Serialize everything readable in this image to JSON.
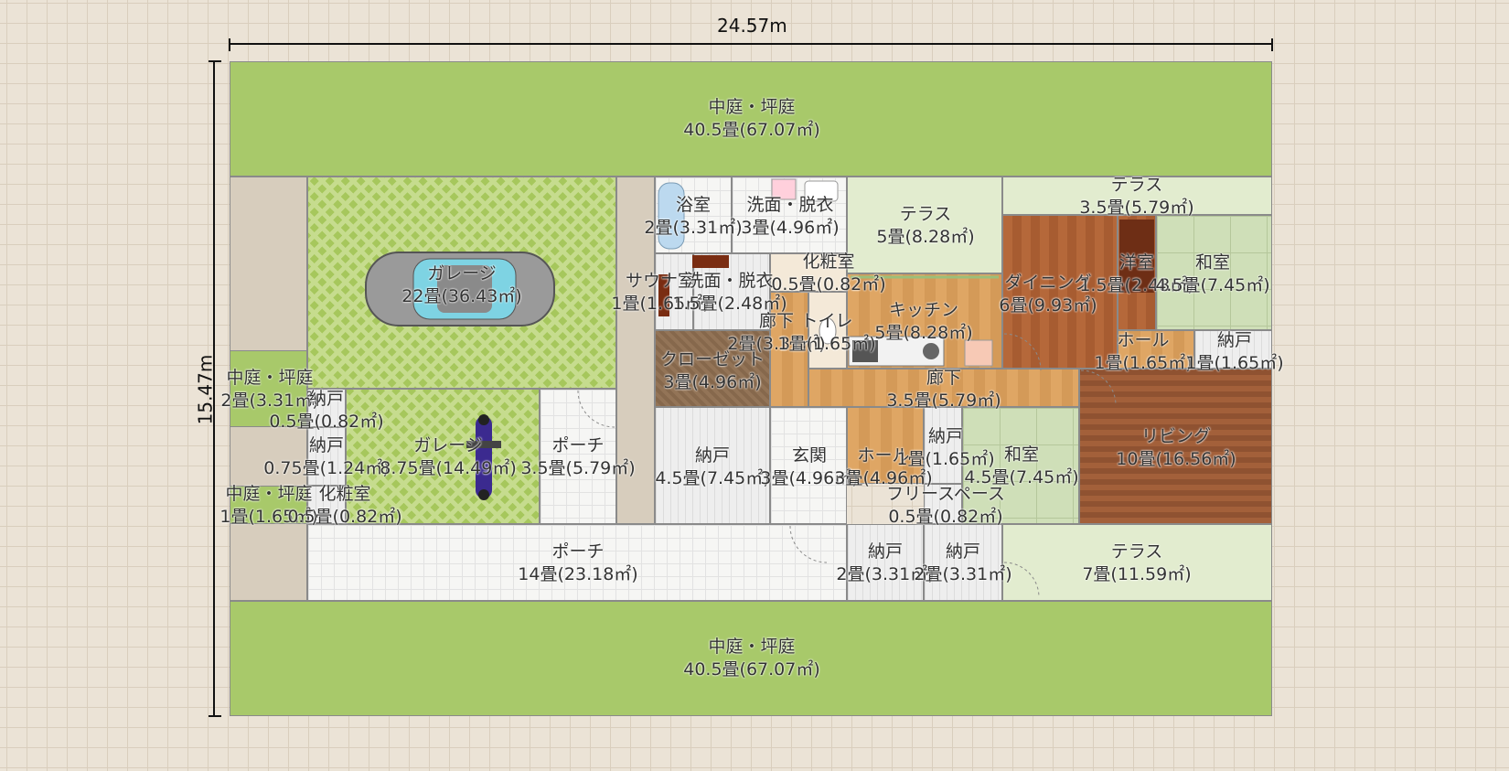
{
  "dimensions": {
    "width_label": "24.57m",
    "height_label": "15.47m"
  },
  "colors": {
    "lawn": "#a8c96a",
    "terrace": "#e2eccf",
    "wood_floor": "#b5683a",
    "tatami": "#cfdfb8",
    "storage": "#eeeeee",
    "porch_tile": "#f6f6f4",
    "dimension_line": "#111111"
  },
  "rooms": [
    {
      "id": "courtyard-top",
      "name": "中庭・坪庭",
      "area": "40.5畳(67.07㎡)",
      "finish": "lawn"
    },
    {
      "id": "garage-car",
      "name": "ガレージ",
      "area": "22畳(36.43㎡)",
      "finish": "lawn-chev"
    },
    {
      "id": "bath",
      "name": "浴室",
      "area": "2畳(3.31㎡)",
      "finish": "tile"
    },
    {
      "id": "washroom-1",
      "name": "洗面・脱衣",
      "area": "3畳(4.96㎡)",
      "finish": "tile"
    },
    {
      "id": "terrace-1",
      "name": "テラス",
      "area": "5畳(8.28㎡)",
      "finish": "terrace"
    },
    {
      "id": "terrace-2",
      "name": "テラス",
      "area": "3.5畳(5.79㎡)",
      "finish": "terrace"
    },
    {
      "id": "powder",
      "name": "化粧室",
      "area": "0.5畳(0.82㎡)",
      "finish": "beige"
    },
    {
      "id": "sauna",
      "name": "サウナ室",
      "area": "1畳(1.65㎡)",
      "finish": "stor"
    },
    {
      "id": "washroom-2",
      "name": "洗面・脱衣",
      "area": "1.5畳(2.48㎡)",
      "finish": "stor"
    },
    {
      "id": "corridor-2",
      "name": "廊下",
      "area": "2畳(3.31㎡)",
      "finish": "wood-o"
    },
    {
      "id": "toilet",
      "name": "トイレ",
      "area": "1畳(1.65㎡)",
      "finish": "beige"
    },
    {
      "id": "kitchen",
      "name": "キッチン",
      "area": "5畳(8.28㎡)",
      "finish": "wood-o"
    },
    {
      "id": "dining",
      "name": "ダイニング",
      "area": "6畳(9.93㎡)",
      "finish": "wood"
    },
    {
      "id": "western",
      "name": "洋室",
      "area": "1.5畳(2.48㎡)",
      "finish": "wood"
    },
    {
      "id": "japanese-1",
      "name": "和室",
      "area": "4.5畳(7.45㎡)",
      "finish": "tatami"
    },
    {
      "id": "hall-1",
      "name": "ホール",
      "area": "1畳(1.65㎡)",
      "finish": "wood-o"
    },
    {
      "id": "storage-1",
      "name": "納戸",
      "area": "1畳(1.65㎡)",
      "finish": "stor"
    },
    {
      "id": "closet",
      "name": "クローゼット",
      "area": "3畳(4.96㎡)",
      "finish": "closet"
    },
    {
      "id": "corridor-1",
      "name": "廊下",
      "area": "3.5畳(5.79㎡)",
      "finish": "wood-o"
    },
    {
      "id": "courtyard-small-1",
      "name": "中庭・坪庭",
      "area": "2畳(3.31㎡)",
      "finish": "lawn"
    },
    {
      "id": "storage-2",
      "name": "納戸",
      "area": "0.5畳(0.82㎡)",
      "finish": "stor"
    },
    {
      "id": "storage-3",
      "name": "納戸",
      "area": "0.75畳(1.24㎡)",
      "finish": "stor"
    },
    {
      "id": "garage-bike",
      "name": "ガレージ",
      "area": "8.75畳(14.49㎡)",
      "finish": "lawn-chev"
    },
    {
      "id": "porch-1",
      "name": "ポーチ",
      "area": "3.5畳(5.79㎡)",
      "finish": "tile"
    },
    {
      "id": "storage-4",
      "name": "納戸",
      "area": "4.5畳(7.45㎡)",
      "finish": "stor"
    },
    {
      "id": "entrance",
      "name": "玄関",
      "area": "3畳(4.96㎡)",
      "finish": "tile"
    },
    {
      "id": "hall-2",
      "name": "ホール",
      "area": "3畳(4.96㎡)",
      "finish": "wood-o"
    },
    {
      "id": "storage-5",
      "name": "納戸",
      "area": "1畳(1.65㎡)",
      "finish": "stor"
    },
    {
      "id": "japanese-2",
      "name": "和室",
      "area": "4.5畳(7.45㎡)",
      "finish": "tatami"
    },
    {
      "id": "free-space",
      "name": "フリースペース",
      "area": "0.5畳(0.82㎡)",
      "finish": "stor"
    },
    {
      "id": "living",
      "name": "リビング",
      "area": "10畳(16.56㎡)",
      "finish": "wood-l"
    },
    {
      "id": "courtyard-small-2",
      "name": "中庭・坪庭",
      "area": "1畳(1.65㎡)",
      "finish": "lawn"
    },
    {
      "id": "powder-2",
      "name": "化粧室",
      "area": "0.5畳(0.82㎡)",
      "finish": "stor"
    },
    {
      "id": "porch-2",
      "name": "ポーチ",
      "area": "14畳(23.18㎡)",
      "finish": "tile"
    },
    {
      "id": "storage-6",
      "name": "納戸",
      "area": "2畳(3.31㎡)",
      "finish": "stor"
    },
    {
      "id": "storage-7",
      "name": "納戸",
      "area": "2畳(3.31㎡)",
      "finish": "stor"
    },
    {
      "id": "terrace-3",
      "name": "テラス",
      "area": "7畳(11.59㎡)",
      "finish": "terrace"
    },
    {
      "id": "courtyard-bottom",
      "name": "中庭・坪庭",
      "area": "40.5畳(67.07㎡)",
      "finish": "lawn"
    }
  ]
}
